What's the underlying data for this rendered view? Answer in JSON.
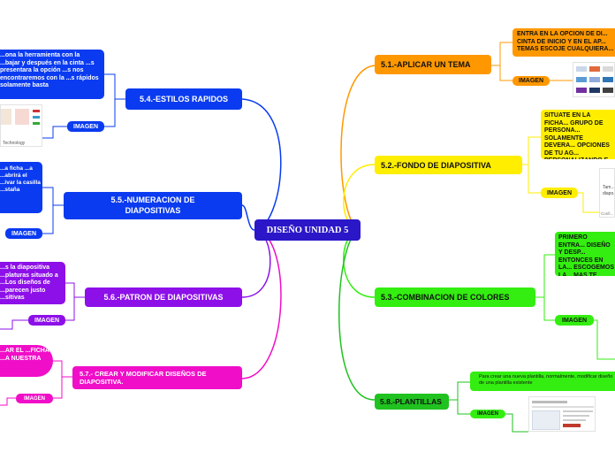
{
  "central": {
    "label": "DISEÑO UNIDAD 5"
  },
  "image_label": "IMAGEN",
  "right": {
    "tema": {
      "title": "5.1.-APLICAR UN TEMA",
      "text": "ENTRA EN LA OPCION DE DI... CINTA DE INICIO Y EN EL AP... TEMAS ESCOJE CUALQUIERA..."
    },
    "fondo": {
      "title": "5.2.-FONDO DE DIAPOSITIVA",
      "text": "SITUATE EN LA FICHA... GRUPO DE PERSONA... SOLAMENTE DEVERA... OPCIONES DE TU AG... PERSONALIZANDO E... DIAPOSITIVA Y EL T...",
      "thumb_text": "Tam... diapo...",
      "thumb_caption": "Confi..."
    },
    "colores": {
      "title": "5.3.-COMBINACION DE COLORES",
      "text": "PRIMERO ENTRA... DISEÑO Y DESP... ENTONCES EN LA... ESCOGEMOS LA... MAS TE AGRADE..."
    },
    "plantillas": {
      "title": "5.8.-PLANTILLAS",
      "text": "Para crear una nueva plantilla, normalmente, modificar diseño de una plantilla existente"
    }
  },
  "left": {
    "estilos": {
      "title": "5.4.-ESTILOS RAPIDOS",
      "text": "...ona la herramienta con la ...bajar y después en la cinta ...s presentara la opción ...s nos encontraremos con la ...s rápidos solamente basta",
      "thumb_caption": "Technology"
    },
    "numeracion": {
      "title": "5.5.-NUMERACION DE DIAPOSITIVAS",
      "text": "...a ficha ...a ...abrirá el ...ivar la casilla ...staña"
    },
    "patron": {
      "title": "5.6.-PATRON DE DIAPOSITIVAS",
      "text": "...s la diapositiva ...platuras situado a ...Los diseños de ...parecen justo ...sitivas"
    },
    "crear": {
      "title": "5.7.- CREAR Y MODIFICAR DISEÑOS DE DIAPOSITIVA.",
      "text": "...AR EL ...FICHA ...A NUESTRA"
    }
  },
  "colors": {
    "central": "#2b17c8",
    "blue": "#0a3bf0",
    "purple": "#8d10e8",
    "magenta": "#f00ec8",
    "orange": "#ff9800",
    "yellow": "#ffee00",
    "green": "#33ee10",
    "green_dark": "#1fc21f"
  }
}
